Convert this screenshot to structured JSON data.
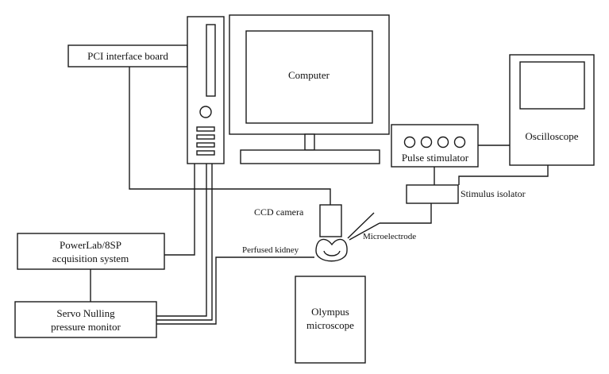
{
  "labels": {
    "pci_board": "PCI interface board",
    "computer": "Computer",
    "oscilloscope": "Oscilloscope",
    "pulse_stimulator": "Pulse stimulator",
    "stimulus_isolator": "Stimulus isolator",
    "ccd_camera": "CCD camera",
    "microelectrode": "Microelectrode",
    "perfused_kidney": "Perfused kidney",
    "powerlab_line1": "PowerLab/8SP",
    "powerlab_line2": "acquisition system",
    "servo_line1": "Servo Nulling",
    "servo_line2": "pressure monitor",
    "olympus_line1": "Olympus",
    "olympus_line2": "microscope"
  }
}
